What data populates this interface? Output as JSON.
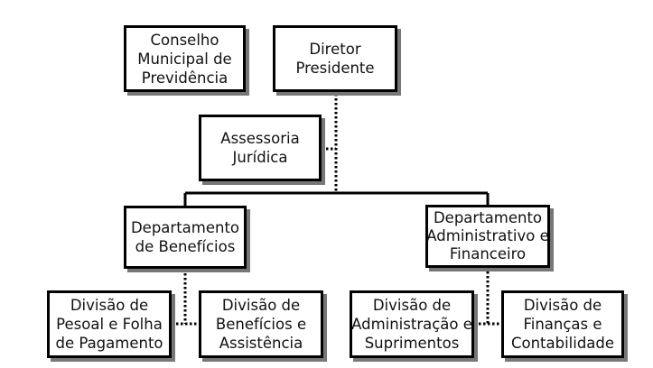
{
  "nodes": {
    "conselho": [
      "Conselho",
      "Municipal de",
      "Previdência"
    ],
    "diretor": [
      "Diretor",
      "Presidente"
    ],
    "assessoria": [
      "Assessoria",
      "Jurídica"
    ],
    "dep_beneficios": [
      "Departamento",
      "de Benefícios"
    ],
    "dep_admin": [
      "Departamento",
      "Administrativo e",
      "Financeiro"
    ],
    "div_pessoal": [
      "Divisão de",
      "Pesoal e Folha",
      "de Pagamento"
    ],
    "div_beneficios": [
      "Divisão de",
      "Benefícios e",
      "Assistência"
    ],
    "div_administracao": [
      "Divisão de",
      "Administração e",
      "Suprimentos"
    ],
    "div_financas": [
      "Divisão de",
      "Finanças e",
      "Contabilidade"
    ]
  }
}
